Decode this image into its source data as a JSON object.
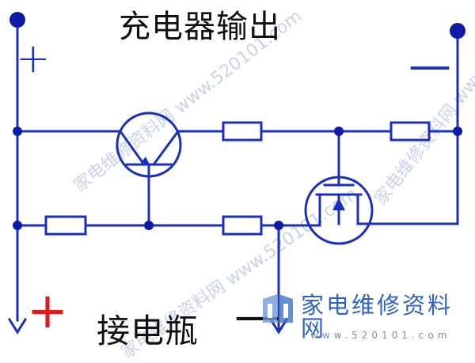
{
  "labels": {
    "charger_output": "充电器输出",
    "battery": "接电瓶",
    "plus_top": "+",
    "minus_top": "—",
    "plus_bottom": "+",
    "minus_bottom": "—"
  },
  "watermark": {
    "site_name": "家电维修资料网",
    "url": "www.520101.com",
    "diagonal_text": "家电维修资料网 www.520101.com"
  },
  "colors": {
    "wire": "#1a2fbf",
    "terminal": "#0d1ba8",
    "plus_bottom": "#e01b1b",
    "watermark_site": "#2d63c8"
  }
}
